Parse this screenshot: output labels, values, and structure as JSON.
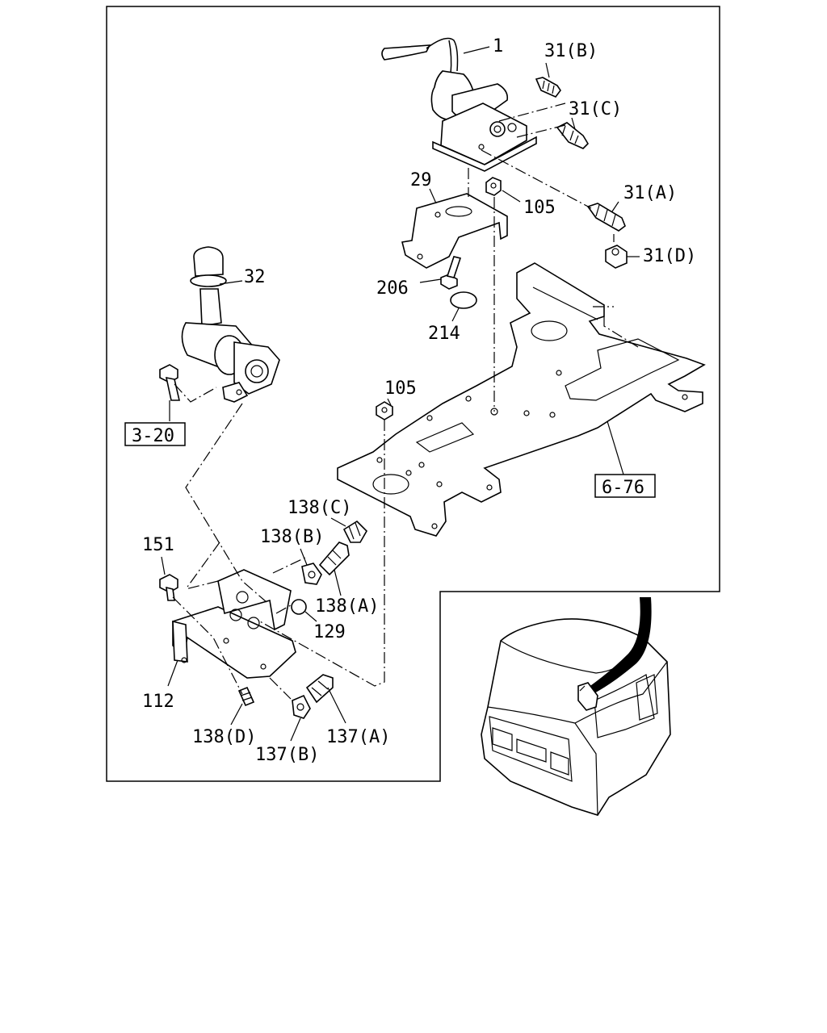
{
  "labels": {
    "p1": "1",
    "p31b": "31(B)",
    "p31c": "31(C)",
    "p31a": "31(A)",
    "p31d": "31(D)",
    "p29": "29",
    "p105a": "105",
    "p105b": "105",
    "p206": "206",
    "p214": "214",
    "p32": "32",
    "ref320": "3-20",
    "ref676": "6-76",
    "p138c": "138(C)",
    "p138b": "138(B)",
    "p138a": "138(A)",
    "p138d": "138(D)",
    "p129": "129",
    "p151": "151",
    "p112": "112",
    "p137a": "137(A)",
    "p137b": "137(B)"
  }
}
